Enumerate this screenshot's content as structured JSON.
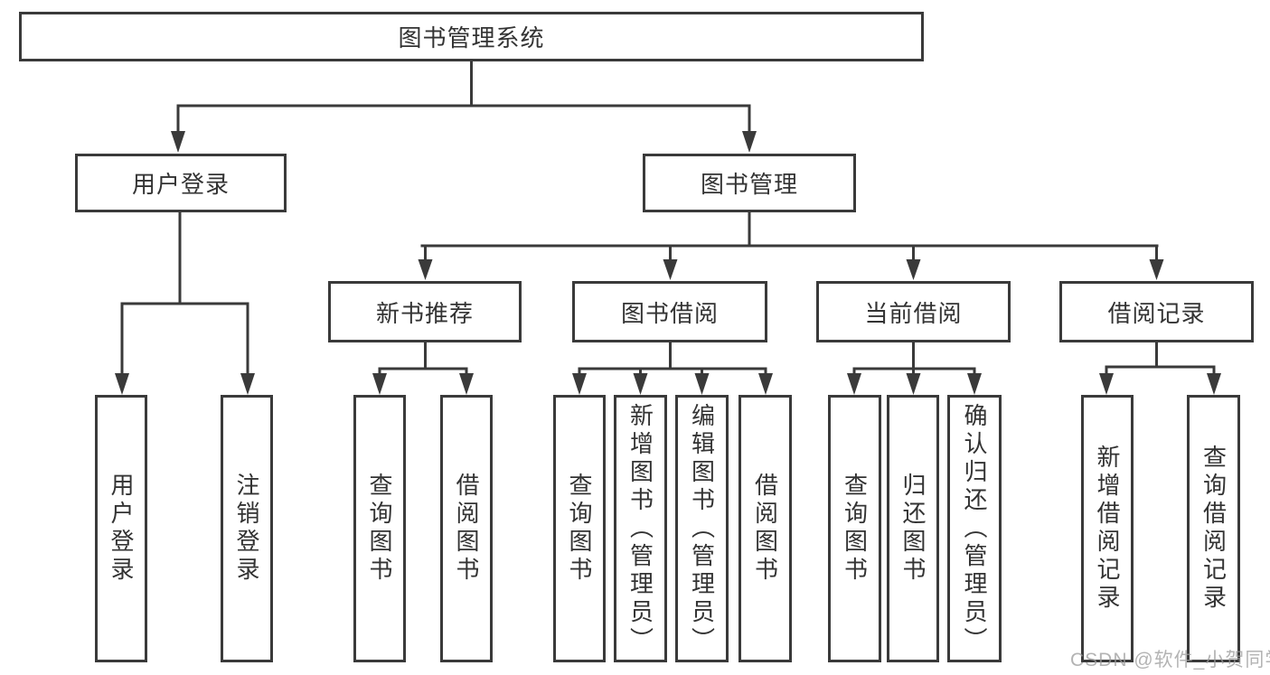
{
  "diagram_type": "hierarchy-tree",
  "colors": {
    "line": "#3a3a3a",
    "text": "#333333",
    "background": "#ffffff",
    "watermark": "#9a9a9a"
  },
  "watermark": "CSDN @软件_小贺同学",
  "tree": {
    "label": "图书管理系统",
    "children": [
      {
        "label": "用户登录",
        "children": [
          {
            "label": "用户登录"
          },
          {
            "label": "注销登录"
          }
        ]
      },
      {
        "label": "图书管理",
        "children": [
          {
            "label": "新书推荐",
            "children": [
              {
                "label": "查询图书"
              },
              {
                "label": "借阅图书"
              }
            ]
          },
          {
            "label": "图书借阅",
            "children": [
              {
                "label": "查询图书"
              },
              {
                "label": "新增图书（管理员）"
              },
              {
                "label": "编辑图书（管理员）"
              },
              {
                "label": "借阅图书"
              }
            ]
          },
          {
            "label": "当前借阅",
            "children": [
              {
                "label": "查询图书"
              },
              {
                "label": "归还图书"
              },
              {
                "label": "确认归还（管理员）"
              }
            ]
          },
          {
            "label": "借阅记录",
            "children": [
              {
                "label": "新增借阅记录"
              },
              {
                "label": "查询借阅记录"
              }
            ]
          }
        ]
      }
    ]
  }
}
